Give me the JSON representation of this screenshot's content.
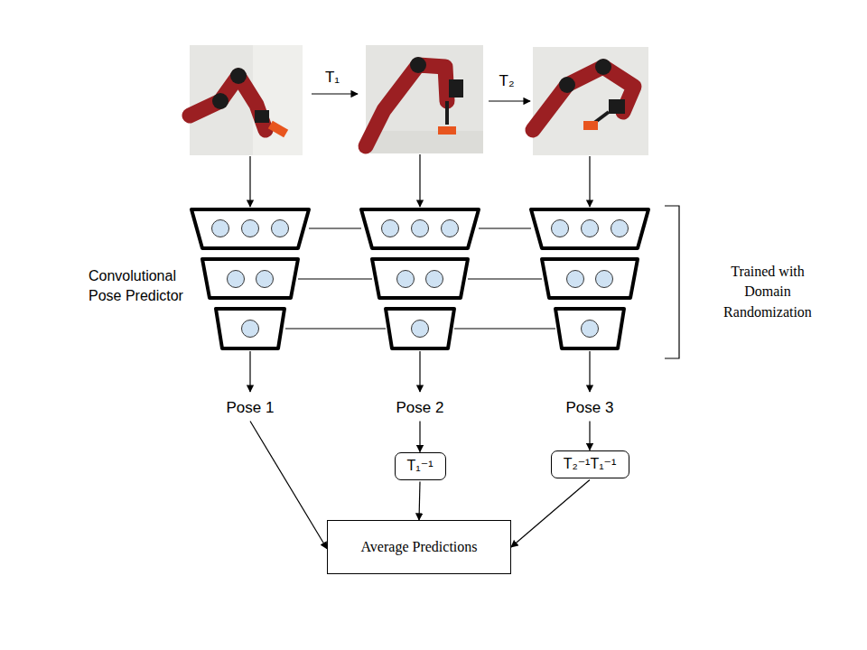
{
  "diagram": {
    "nodes": [
      {
        "text": [
          "Pose 1"
        ]
      },
      {
        "text": [
          "Pose 2"
        ]
      },
      {
        "text": [
          "Pose 3"
        ]
      },
      {
        "text": [
          "T₁⁻¹"
        ]
      },
      {
        "text": [
          "T₂⁻¹T₁⁻¹"
        ]
      },
      {
        "text": [
          "Average Predictions"
        ]
      }
    ],
    "edges": [
      {
        "from": 0,
        "to": 5,
        "arrow": "to"
      },
      {
        "from": 1,
        "to": 3,
        "arrow": "to"
      },
      {
        "from": 2,
        "to": 4,
        "arrow": "to"
      },
      {
        "from": 3,
        "to": 5,
        "arrow": "to"
      },
      {
        "from": 4,
        "to": 5,
        "arrow": "to"
      }
    ],
    "labels": [
      "T₁",
      "T₂",
      "Convolutional Pose Predictor",
      "Trained with Domain Randomization"
    ]
  }
}
